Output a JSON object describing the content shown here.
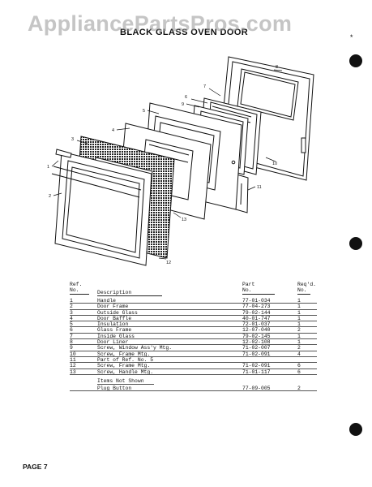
{
  "watermark": "AppliancePartsPros.com",
  "title": "BLACK GLASS OVEN DOOR",
  "corner_mark": "*",
  "callouts": [
    "1",
    "2",
    "3",
    "4",
    "5",
    "6",
    "7",
    "8",
    "9",
    "10",
    "11",
    "12",
    "13"
  ],
  "table": {
    "headers": {
      "ref_line1": "Ref.",
      "ref_line2": "No.",
      "description": "Description",
      "part_line1": "Part",
      "part_line2": "No.",
      "qty_line1": "Req'd.",
      "qty_line2": "No."
    },
    "rows": [
      {
        "ref": "1",
        "desc": "Handle",
        "part": "77-01-034",
        "qty": "1"
      },
      {
        "ref": "2",
        "desc": "Door Frame",
        "part": "77-04-273",
        "qty": "1"
      },
      {
        "ref": "3",
        "desc": "Outside Glass",
        "part": "79-02-144",
        "qty": "1"
      },
      {
        "ref": "4",
        "desc": "Door Baffle",
        "part": "40-01-747",
        "qty": "1"
      },
      {
        "ref": "5",
        "desc": "Insulation",
        "part": "72-01-037",
        "qty": "1"
      },
      {
        "ref": "6",
        "desc": "Glass Frame",
        "part": "12-07-040",
        "qty": "2"
      },
      {
        "ref": "7",
        "desc": "Inside Glass",
        "part": "79-02-145",
        "qty": "1"
      },
      {
        "ref": "8",
        "desc": "Door Liner",
        "part": "12-02-108",
        "qty": "1"
      },
      {
        "ref": "9",
        "desc": "Screw, Window Ass'y Mtg.",
        "part": "71-02-007",
        "qty": "2"
      },
      {
        "ref": "10",
        "desc": "Screw, Frame Mtg.",
        "part": "71-02-091",
        "qty": "4"
      },
      {
        "ref": "11",
        "desc": "Part of Ref. No. 5",
        "part": "",
        "qty": ""
      },
      {
        "ref": "12",
        "desc": "Screw, Frame Mtg.",
        "part": "71-02-091",
        "qty": "6"
      },
      {
        "ref": "13",
        "desc": "Screw, Handle Mtg.",
        "part": "71-01-117",
        "qty": "6"
      }
    ],
    "not_shown_heading": "Items Not Shown",
    "not_shown_rows": [
      {
        "desc": "Plug Button",
        "part": "77-09-005",
        "qty": "2"
      }
    ]
  },
  "footer": "PAGE 7"
}
